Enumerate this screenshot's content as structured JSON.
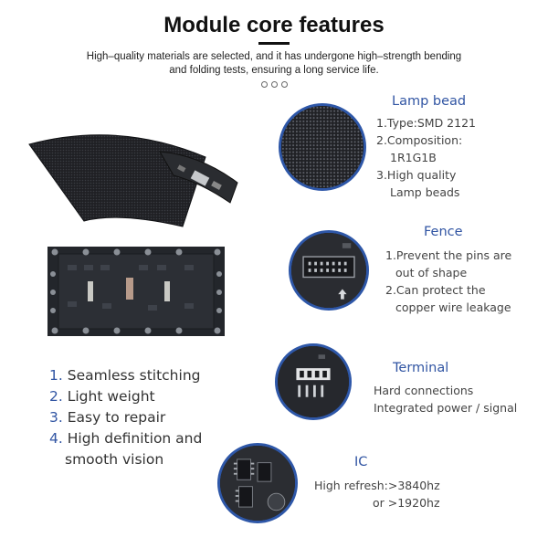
{
  "header": {
    "title": "Module core features",
    "subtitle_line1": "High–quality materials are selected, and it has undergone high–strength bending",
    "subtitle_line2": "and folding tests, ensuring a long service life."
  },
  "sections": {
    "lamp_bead": {
      "heading": "Lamp bead",
      "lines": [
        "1.Type:SMD 2121",
        "2.Composition:",
        "1R1G1B",
        "3.High quality",
        "Lamp beads"
      ]
    },
    "fence": {
      "heading": "Fence",
      "lines": [
        "1.Prevent the pins are",
        "out of shape",
        "2.Can protect the",
        "copper wire leakage"
      ]
    },
    "terminal": {
      "heading": "Terminal",
      "lines": [
        "Hard connections",
        "Integrated power / signal"
      ]
    },
    "ic": {
      "heading": "IC",
      "lines": [
        "High refresh:>3840hz",
        "or >1920hz"
      ]
    }
  },
  "features": [
    {
      "num": "1.",
      "text": "Seamless stitching"
    },
    {
      "num": "2.",
      "text": "Light weight"
    },
    {
      "num": "3.",
      "text": "Easy to repair"
    },
    {
      "num": "4.",
      "text": "High definition and"
    },
    {
      "num": "",
      "text": "smooth vision"
    }
  ],
  "colors": {
    "accent_blue": "#3155a3",
    "circle_border": "#2e57a8",
    "panel_dark": "#1b1d22"
  }
}
